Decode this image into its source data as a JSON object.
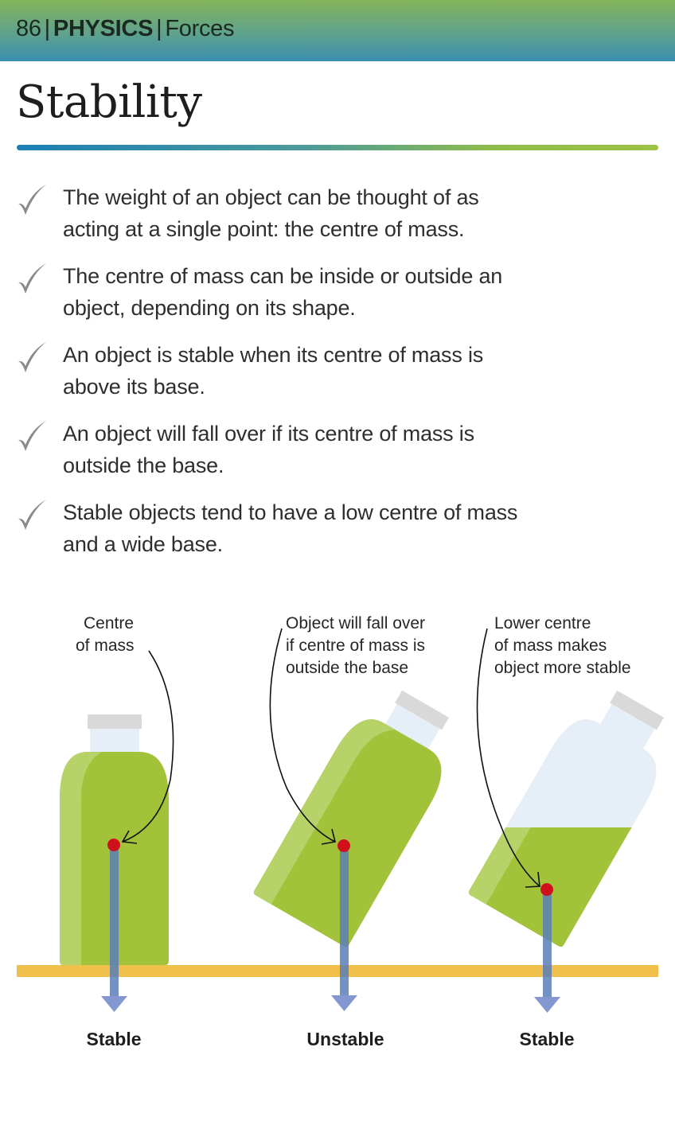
{
  "header": {
    "page_number": "86",
    "subject": "PHYSICS",
    "topic": "Forces",
    "separator": "|"
  },
  "title": "Stability",
  "bullets": [
    {
      "icon": "check-icon",
      "lines": [
        "The weight of an object can be thought of as",
        "acting at a single point: the centre of mass."
      ]
    },
    {
      "icon": "check-icon",
      "lines": [
        "The centre of mass can be inside or outside an",
        "object, depending on its shape."
      ]
    },
    {
      "icon": "check-icon",
      "lines": [
        "An object is stable when its centre of mass is",
        "above its base."
      ]
    },
    {
      "icon": "check-icon",
      "lines": [
        "An object will fall over if its centre of mass is",
        "outside the base."
      ]
    },
    {
      "icon": "check-icon",
      "lines": [
        "Stable objects tend to have a low centre of mass",
        "and a wide base."
      ]
    }
  ],
  "diagram": {
    "annotations": [
      {
        "lines": [
          "Centre",
          "of mass"
        ]
      },
      {
        "lines": [
          "Object will fall over",
          "if centre of mass is",
          "outside the base"
        ]
      },
      {
        "lines": [
          "Lower centre",
          "of mass makes",
          "object more stable"
        ]
      }
    ],
    "states": [
      "Stable",
      "Unstable",
      "Stable"
    ],
    "colors": {
      "liquid": "#a2c23a",
      "liquid_highlight": "#b8d26a",
      "bottle_empty": "#e6eef8",
      "cap": "#d9d9d9",
      "center_of_mass": "#d0111b",
      "weight_arrow": "#6f86c9",
      "ground": "#f0c04a"
    }
  }
}
